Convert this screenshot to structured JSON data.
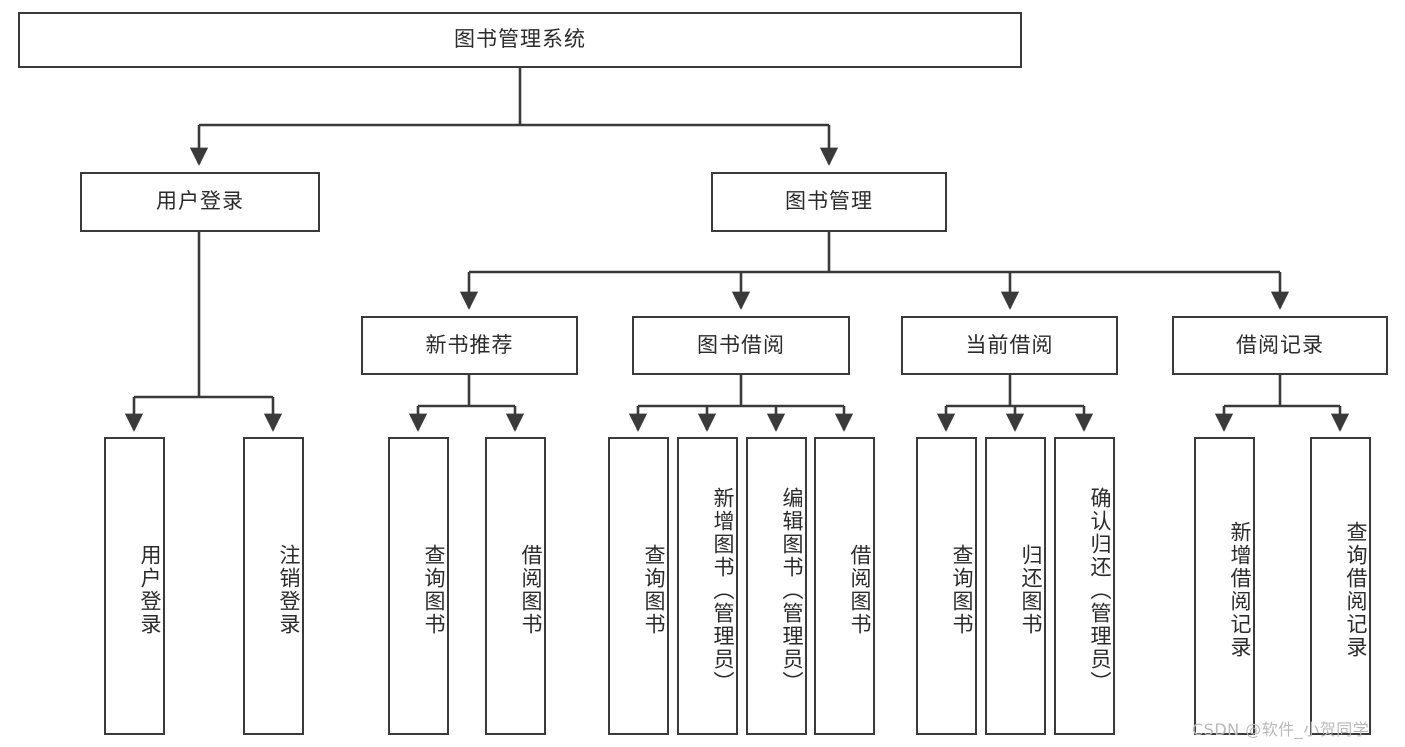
{
  "diagram": {
    "type": "tree-hierarchy",
    "title": "图书管理系统",
    "watermark": "CSDN @软件_小贺同学",
    "colors": {
      "background": "#ffffff",
      "box_border": "#3a3a3a",
      "box_fill": "#ffffff",
      "connector": "#3a3a3a",
      "text": "#2b2b2b",
      "watermark": "#b9b9b9"
    },
    "root": {
      "label": "图书管理系统"
    },
    "level1": [
      {
        "label": "用户登录"
      },
      {
        "label": "图书管理"
      }
    ],
    "level2": [
      {
        "label": "新书推荐"
      },
      {
        "label": "图书借阅"
      },
      {
        "label": "当前借阅"
      },
      {
        "label": "借阅记录"
      }
    ],
    "leaves": {
      "user_login": [
        {
          "label": "用户登录"
        },
        {
          "label": "注销登录"
        }
      ],
      "new_book_recommend": [
        {
          "label": "查询图书"
        },
        {
          "label": "借阅图书"
        }
      ],
      "book_borrow": [
        {
          "label": "查询图书"
        },
        {
          "label": "新增图书（管理员）"
        },
        {
          "label": "编辑图书（管理员）"
        },
        {
          "label": "借阅图书"
        }
      ],
      "current_borrow": [
        {
          "label": "查询图书"
        },
        {
          "label": "归还图书"
        },
        {
          "label": "确认归还（管理员）"
        }
      ],
      "borrow_record": [
        {
          "label": "新增借阅记录"
        },
        {
          "label": "查询借阅记录"
        }
      ]
    }
  }
}
